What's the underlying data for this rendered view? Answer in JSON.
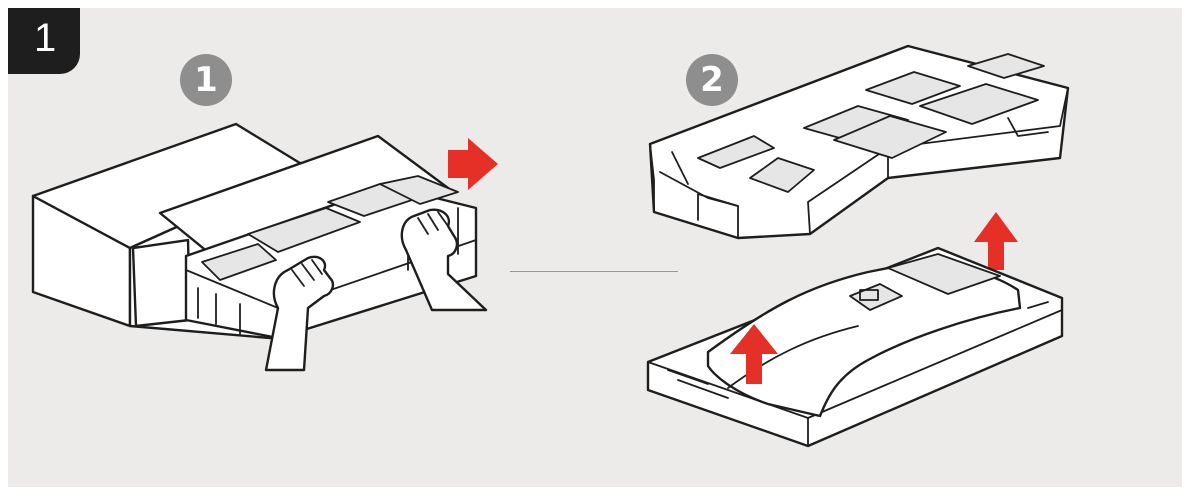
{
  "step": {
    "label": "1"
  },
  "badges": [
    {
      "label": "1"
    },
    {
      "label": "2"
    }
  ],
  "colors": {
    "panel_bg": "#ecebe9",
    "badge_bg": "#8e8e8e",
    "arrow": "#e53027",
    "step_tab": "#1e1e1e",
    "divider": "#7a9ad6"
  },
  "icons": [
    "open-box-illustration",
    "hands-icon",
    "foam-tray-top-illustration",
    "foam-tray-base-illustration",
    "arrow-pull-right-icon",
    "arrow-lift-up-icon"
  ]
}
